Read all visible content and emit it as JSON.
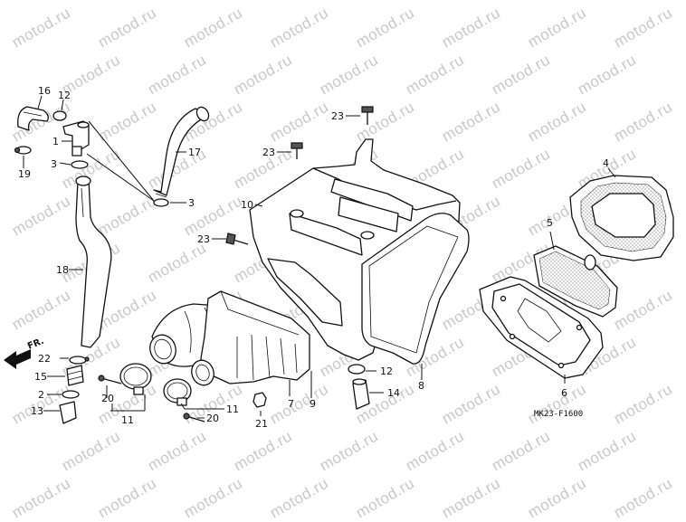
{
  "watermark": "motod.ru",
  "diagram_code": "MK23-F1600",
  "direction_label": "FR.",
  "callouts": {
    "c1": "1",
    "c2": "2",
    "c3a": "3",
    "c3b": "3",
    "c4": "4",
    "c5": "5",
    "c6": "6",
    "c7": "7",
    "c8": "8",
    "c9": "9",
    "c10": "10",
    "c11a": "11",
    "c11b": "11",
    "c12a": "12",
    "c12b": "12",
    "c13": "13",
    "c14": "14",
    "c15": "15",
    "c16": "16",
    "c17": "17",
    "c18": "18",
    "c19": "19",
    "c20a": "20",
    "c20b": "20",
    "c21": "21",
    "c22": "22",
    "c23a": "23",
    "c23b": "23",
    "c23c": "23"
  }
}
